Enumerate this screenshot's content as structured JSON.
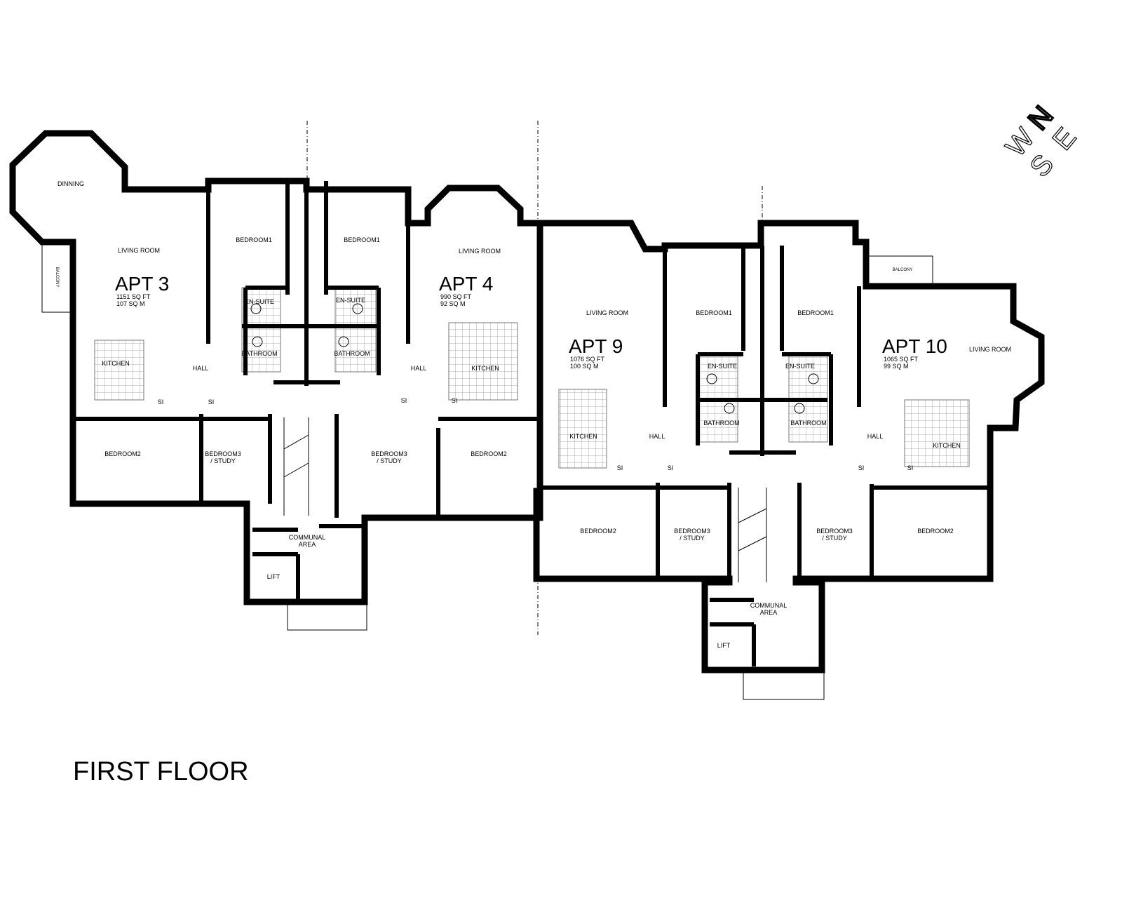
{
  "title": "FIRST FLOOR",
  "compass": {
    "n": "N",
    "w": "W",
    "s": "S",
    "e": "E"
  },
  "apartments": [
    {
      "name": "APT 3",
      "sqft": "1151 SQ FT",
      "sqm": "107 SQ M"
    },
    {
      "name": "APT 4",
      "sqft": "990 SQ FT",
      "sqm": "92 SQ M"
    },
    {
      "name": "APT 9",
      "sqft": "1076 SQ FT",
      "sqm": "100 SQ M"
    },
    {
      "name": "APT 10",
      "sqft": "1065 SQ FT",
      "sqm": "99 SQ M"
    }
  ],
  "rooms": {
    "dinning": "DINNING",
    "living_room": "LIVING ROOM",
    "kitchen": "KITCHEN",
    "hall": "HALL",
    "si": "SI",
    "bedroom1": "BEDROOM1",
    "bedroom2": "BEDROOM2",
    "bedroom3": "BEDROOM3",
    "study": "/ STUDY",
    "en_suite": "EN-SUITE",
    "bathroom": "BATHROOM",
    "communal": "COMMUNAL",
    "area": "AREA",
    "lift": "LIFT",
    "balcony": "BALCONY"
  }
}
